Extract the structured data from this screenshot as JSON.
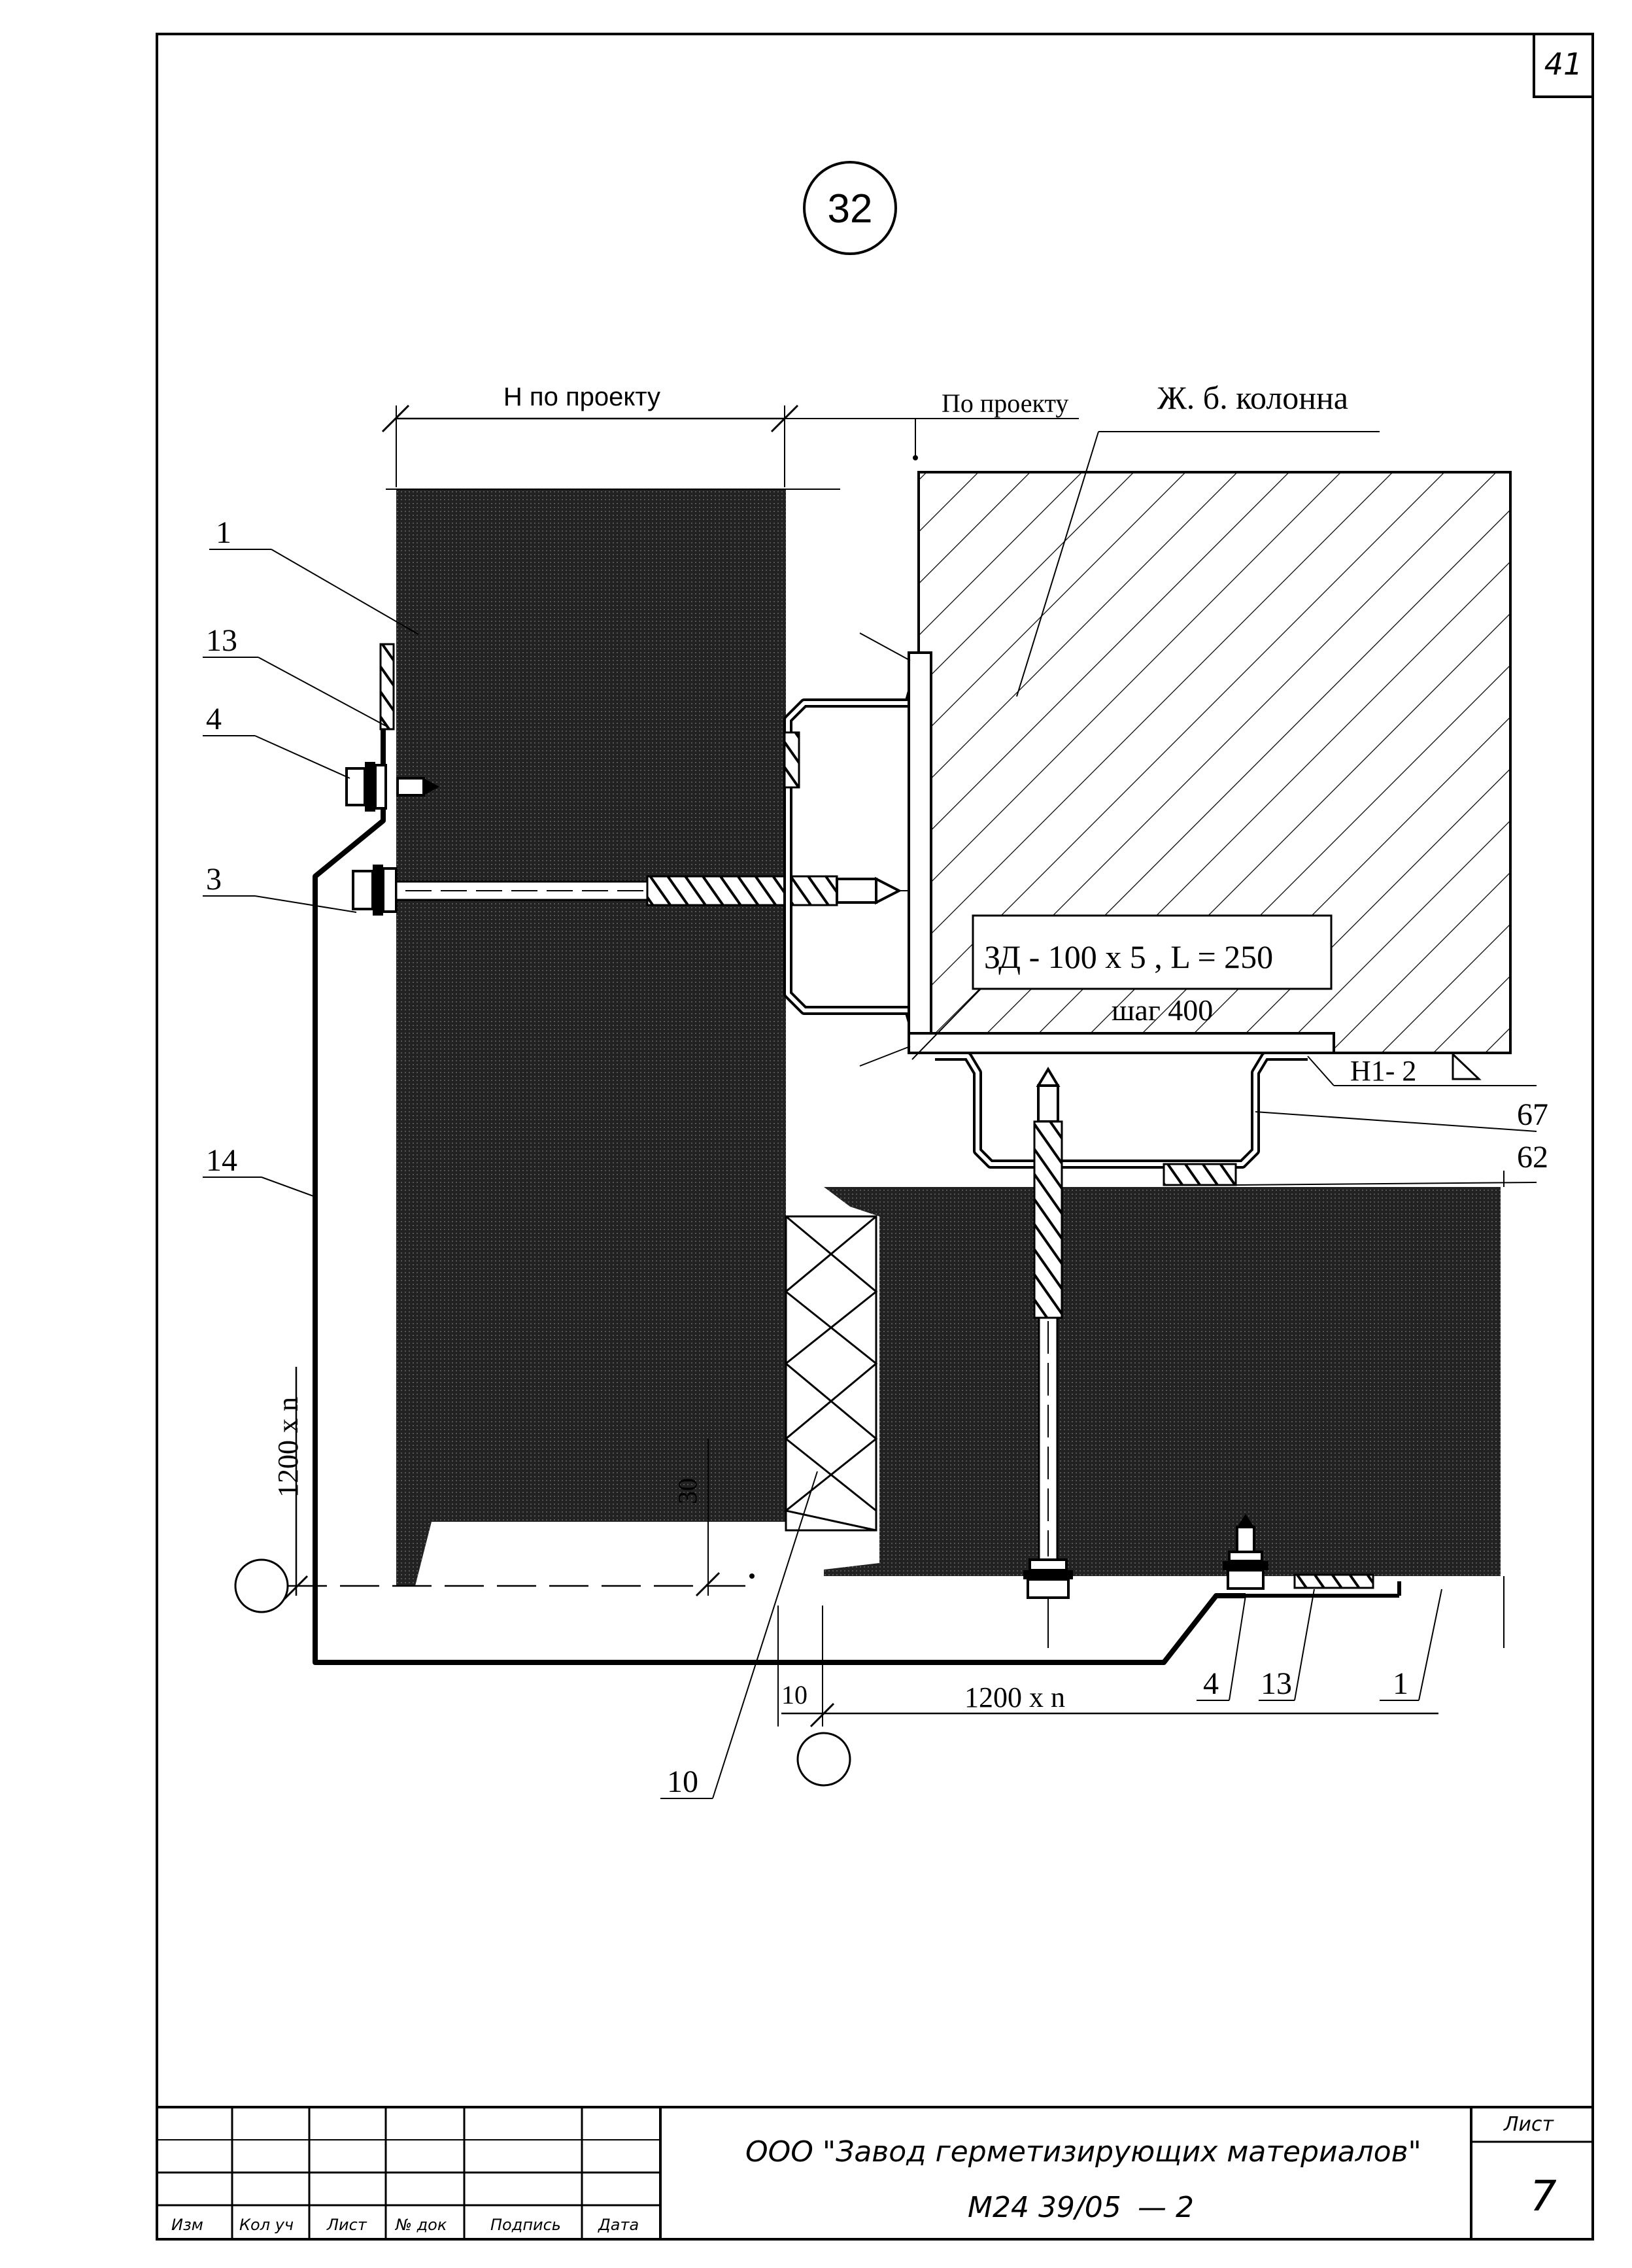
{
  "page_number": "41",
  "detail_number": "32",
  "dimensions": {
    "h_label": "Н по проекту",
    "proj_label": "По проекту",
    "v_label": "1200 x n",
    "bottom_label": "1200 x n",
    "gap": "10",
    "small_gap": "30"
  },
  "column_label": "Ж. б. колонна",
  "angle_label": "ЗД   - 100 х 5 , L = 250",
  "step_label": "шаг 400",
  "weld_label": "Н1-  2",
  "callouts": {
    "c1": "1",
    "c13": "13",
    "c4": "4",
    "c3": "3",
    "c14": "14",
    "c7": "67",
    "c2": "62",
    "c10": "10",
    "c4b": "4",
    "c13b": "13",
    "c1b": "1"
  },
  "title_block": {
    "headers": [
      "Изм",
      "Кол уч",
      "Лист",
      "№ док",
      "Подпись",
      "Дата"
    ],
    "company": "ООО \"Завод герметизирующих материалов\"",
    "doc_code": "М24 39/05",
    "doc_suffix": "— 2",
    "sheet_label": "Лист",
    "sheet_number": "7"
  }
}
